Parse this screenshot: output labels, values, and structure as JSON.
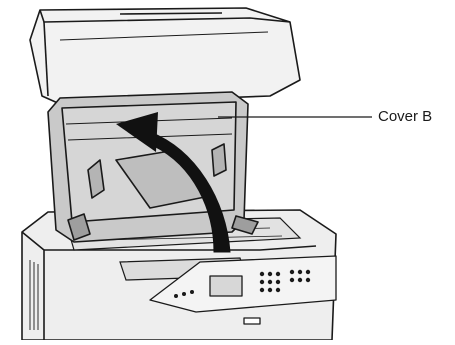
{
  "figure": {
    "callouts": [
      {
        "label": "Cover B"
      }
    ],
    "parts": {
      "scanner_lid": "open",
      "cover_b": "raised",
      "arrow_direction": "up"
    },
    "colors": {
      "line": "#1a1a1a",
      "cover_fill": "#c9c9c9",
      "body_fill": "#eeeeee",
      "arrow": "#111111",
      "lcd": "#d7d7d7"
    }
  }
}
